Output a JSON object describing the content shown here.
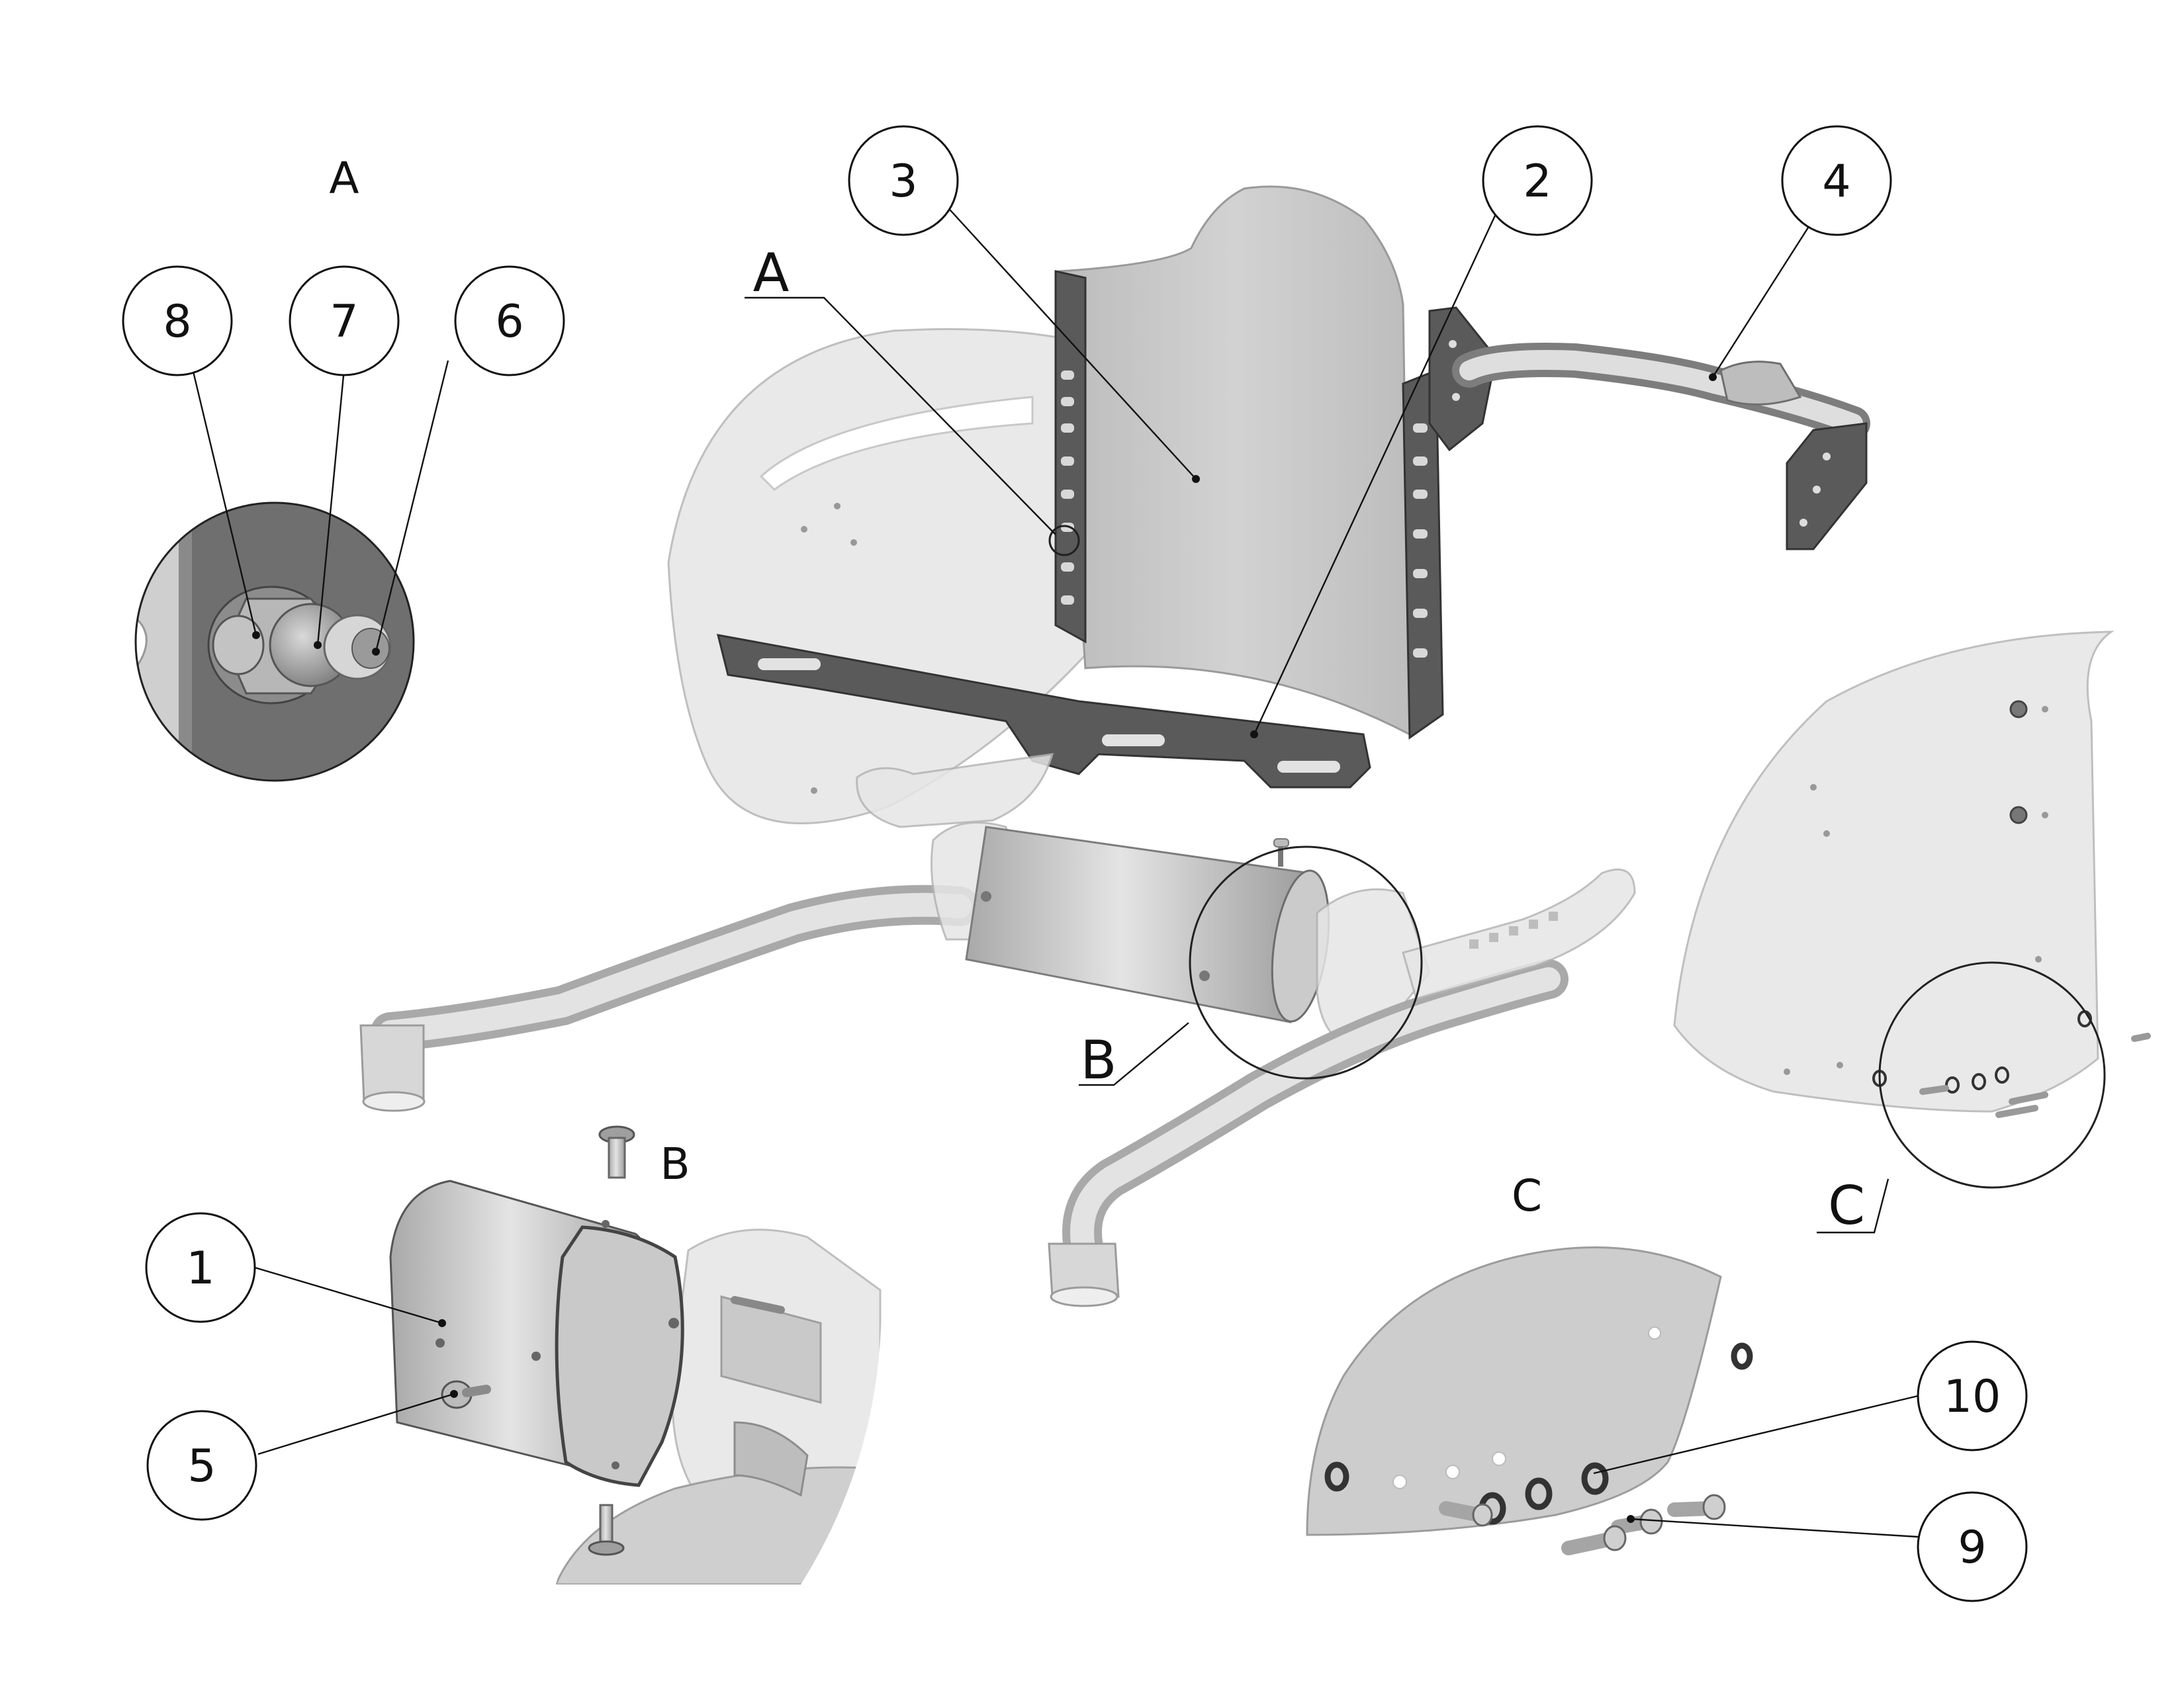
{
  "balloons": [
    {
      "id": "b1",
      "number": "1"
    },
    {
      "id": "b2",
      "number": "2"
    },
    {
      "id": "b3",
      "number": "3"
    },
    {
      "id": "b4",
      "number": "4"
    },
    {
      "id": "b5",
      "number": "5"
    },
    {
      "id": "b6",
      "number": "6"
    },
    {
      "id": "b7",
      "number": "7"
    },
    {
      "id": "b8",
      "number": "8"
    },
    {
      "id": "b9",
      "number": "9"
    },
    {
      "id": "b10",
      "number": "10"
    }
  ],
  "detail_labels": {
    "a_title": "A",
    "a_callout": "A",
    "b_title": "B",
    "b_callout": "B",
    "c_title": "C",
    "c_callout": "C"
  },
  "colors": {
    "line": "#111111",
    "dark_bracket": "#5a5a5a",
    "transparent_part": "#e6e6e6",
    "metal_part": "#cfcfcf"
  }
}
